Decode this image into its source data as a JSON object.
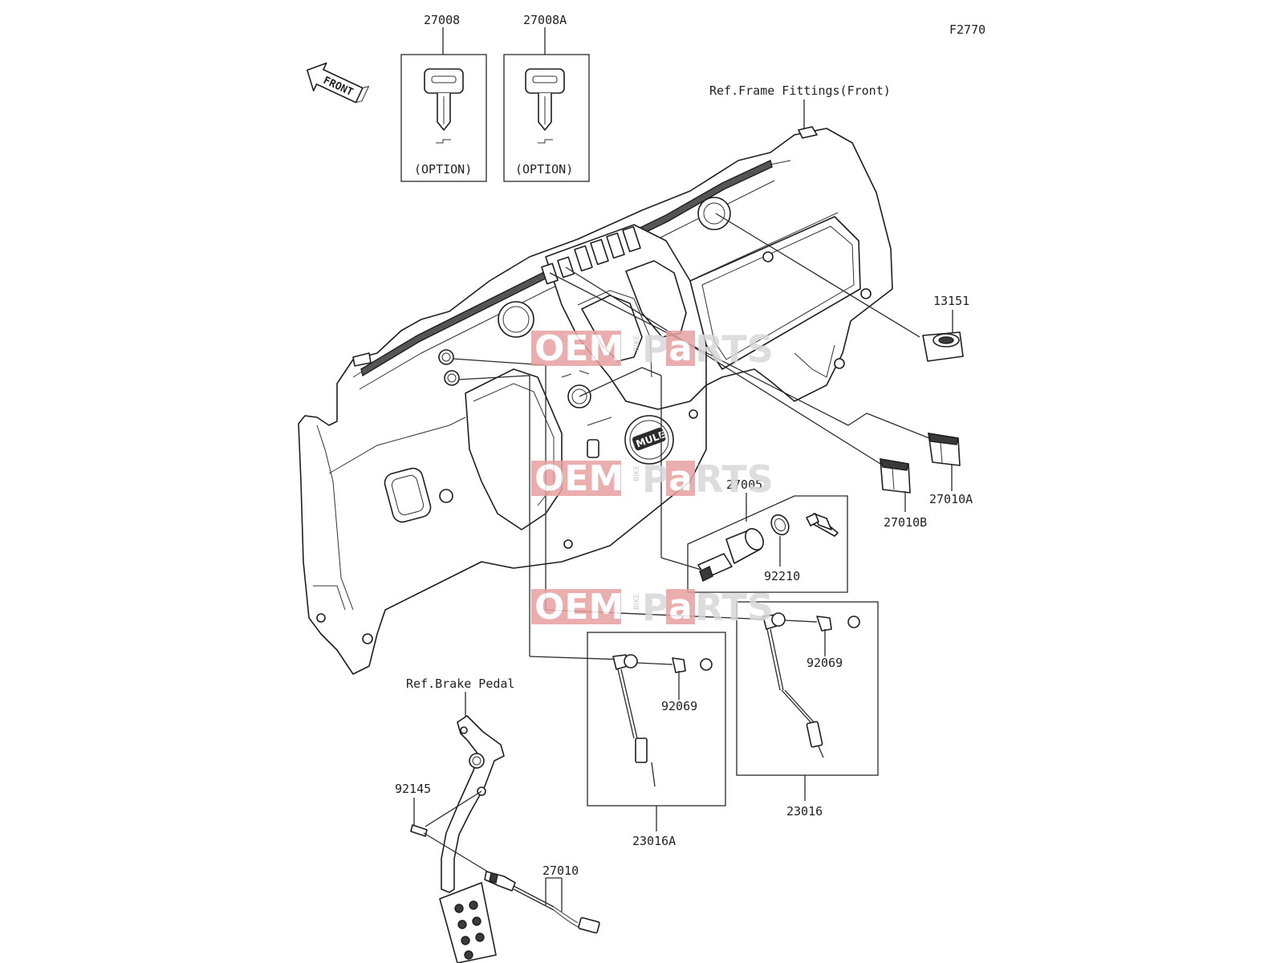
{
  "figure_code": "F2770",
  "front_label": "FRONT",
  "refs": {
    "frame_fittings": "Ref.Frame Fittings(Front)",
    "brake_pedal": "Ref.Brake Pedal"
  },
  "parts": {
    "p27008": "27008",
    "p27008a": "27008A",
    "option_1": "(OPTION)",
    "option_2": "(OPTION)",
    "p13151": "13151",
    "p27010a": "27010A",
    "p27010b": "27010B",
    "p27005": "27005",
    "p92210": "92210",
    "p92069_a": "92069",
    "p92069_b": "92069",
    "p23016": "23016",
    "p23016a": "23016A",
    "p92145": "92145",
    "p27010": "27010"
  },
  "dash_badge": "MULE",
  "watermark": {
    "left": "OEM",
    "middle": "BIKE",
    "right_a": "P",
    "right_b": "a",
    "right_c": "RTS"
  }
}
